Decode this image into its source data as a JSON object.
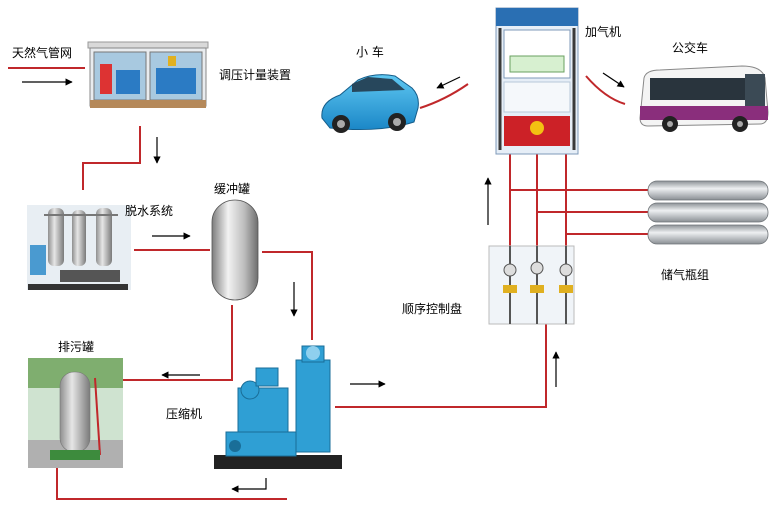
{
  "labels": {
    "gas_pipeline": "天然气管网",
    "regulator_meter": "调压计量装置",
    "dehydration": "脱水系统",
    "buffer_tank": "缓冲罐",
    "blowdown_tank": "排污罐",
    "compressor": "压缩机",
    "sequence_panel": "顺序控制盘",
    "dispenser": "加气机",
    "car": "小 车",
    "bus": "公交车",
    "storage_cylinders": "储气瓶组"
  },
  "colors": {
    "pipe": "#c0282b",
    "arrow": "#000000",
    "equipment_blue": "#2f9fd4",
    "cylinder_grey": "#b9bec3",
    "dispenser_red": "#cc2127"
  }
}
